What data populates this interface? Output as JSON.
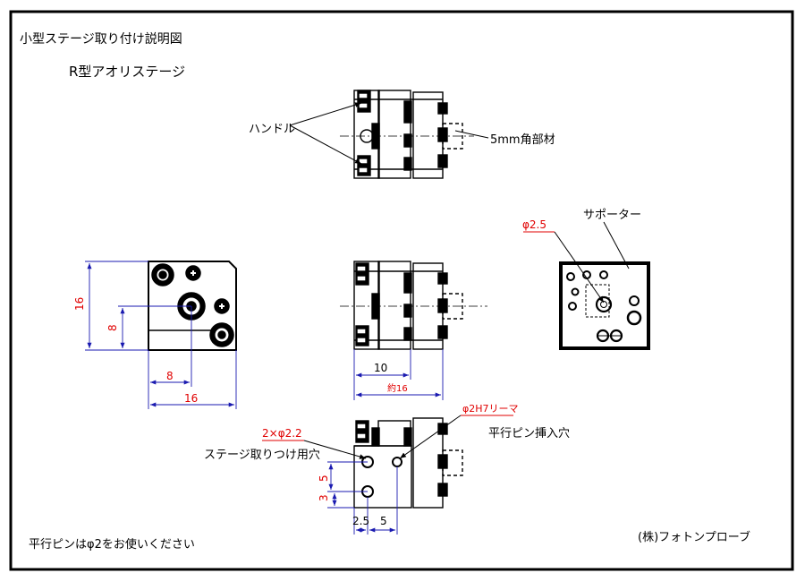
{
  "title": "小型ステージ取り付け説明図",
  "subtitle": "R型アオリステージ",
  "labels": {
    "handle": "ハンドル",
    "rod": "5mm角部材",
    "supporter": "サポーター",
    "pin_hole": "平行ピン挿入穴",
    "mount_hole": "ステージ取りつけ用穴"
  },
  "dimensions": {
    "front_height": "16",
    "front_mid_height": "8",
    "front_half_width": "8",
    "front_width": "16",
    "side_depth": "10",
    "side_total": "約16",
    "supporter_hole": "φ2.5",
    "mount_holes": "2×φ2.2",
    "pin_fit": "φ2H7リーマ",
    "hole_v1": "5",
    "hole_v2": "3",
    "hole_h1": "2.5",
    "hole_h2": "5"
  },
  "footer": {
    "note": "平行ピンはφ2をお使いください",
    "company": "(株)フォトンプローブ"
  }
}
